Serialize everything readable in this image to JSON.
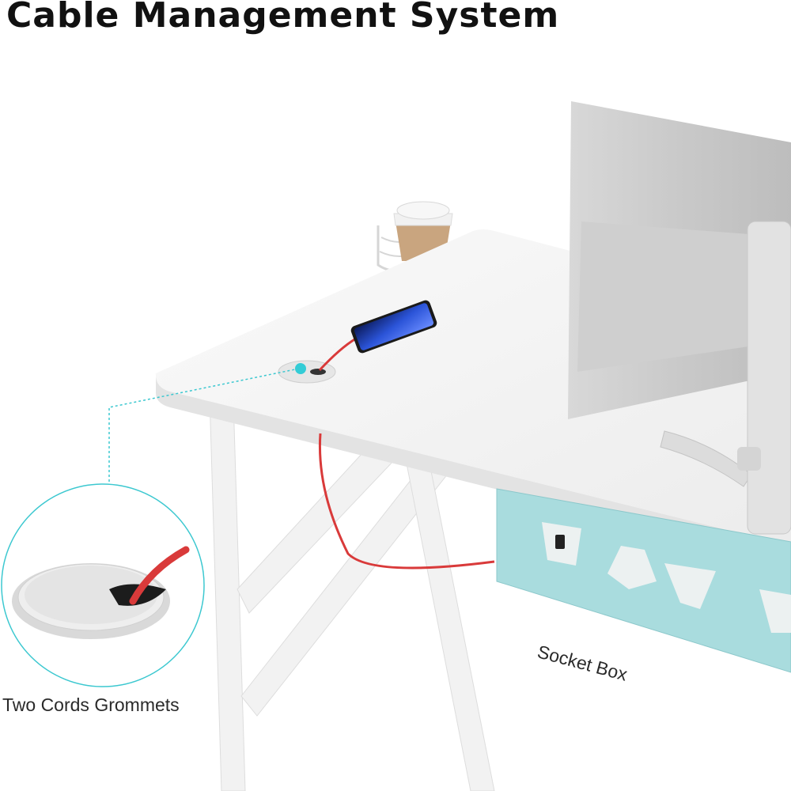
{
  "title": "Cable Management System",
  "callouts": {
    "grommets_label": "Two Cords Grommets",
    "socket_box_label": "Socket Box"
  },
  "objects": [
    "white-desk",
    "monitor",
    "monitor-arm",
    "coffee-cup",
    "cup-holder",
    "smartphone",
    "charging-cable",
    "cord-grommet",
    "socket-box"
  ],
  "colors": {
    "desk": "#f4f4f4",
    "cable": "#d93a3a",
    "socket_box": "#a9dcde",
    "callout_line": "#3cc8d0",
    "title_text": "#111111"
  }
}
